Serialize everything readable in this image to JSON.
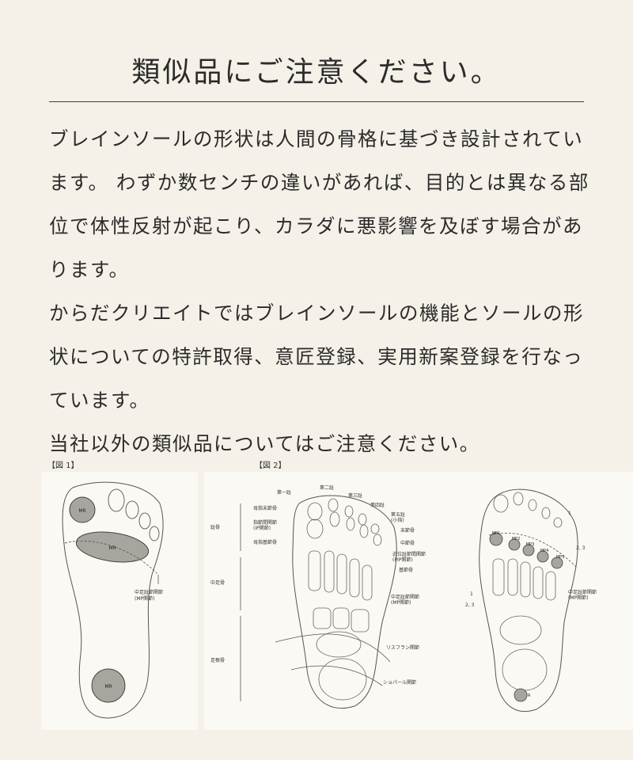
{
  "title": "類似品にご注意ください。",
  "paragraphs": [
    "ブレインソールの形状は人間の骨格に基づき設計されています。 わずか数センチの違いがあれば、目的とは異なる部位で体性反射が起こり、カラダに悪影響を及ぼす場合があります。",
    "からだクリエイトではブレインソールの機能とソールの形状についての特許取得、意匠登録、実用新案登録を行なっています。",
    "当社以外の類似品についてはご注意ください。"
  ],
  "figure1": {
    "label": "【図 1】",
    "mr_label": "MR",
    "joint_label_1": "中足趾節関節",
    "joint_label_2": "(MP関節)"
  },
  "figure2": {
    "label": "【図 2】",
    "toes": [
      "第一趾",
      "第二趾",
      "第三趾",
      "第四趾",
      "第五趾"
    ],
    "toe5_sub": "(小指)",
    "left_groups": [
      "趾骨",
      "中足骨",
      "足根骨"
    ],
    "left_bones": [
      "母指末節骨",
      "指節間関節",
      "(IP関節)",
      "母指基節骨"
    ],
    "right_bones": [
      "末節骨",
      "中節骨",
      "近位趾節間関節",
      "(PIP関節)",
      "基節骨",
      "中足趾節関節",
      "(MP関節)",
      "リスフラン関節",
      "ショパール関節"
    ],
    "mp_points": [
      "MP1",
      "MP2",
      "MP3",
      "MP4",
      "MP5"
    ],
    "ref_labels": [
      "1",
      "2, 3",
      "1",
      "2, 3"
    ],
    "r_label": "R",
    "joint_label_1": "中足趾節関節",
    "joint_label_2": "(MP関節)"
  }
}
